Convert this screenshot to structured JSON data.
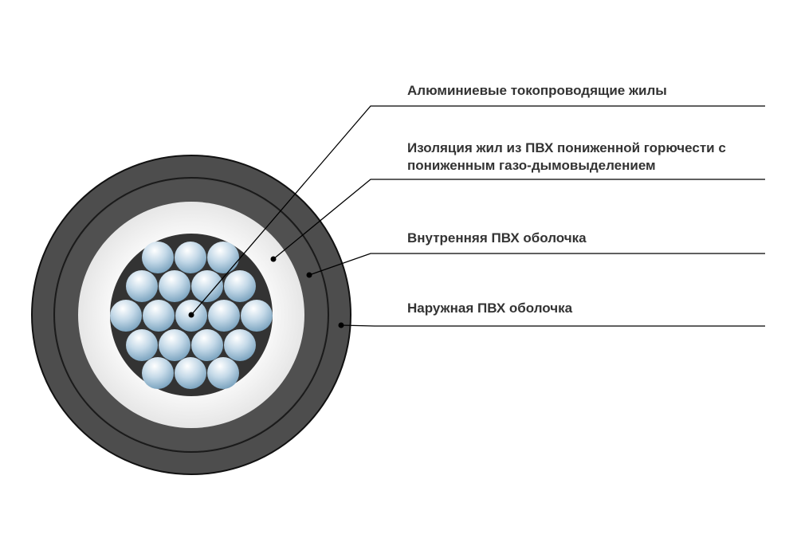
{
  "labels": {
    "conductors": "Алюминиевые токопроводящие жилы",
    "insulation_line1": "Изоляция жил из ПВХ пониженной горючести с",
    "insulation_line2": "пониженным газо-дымовыделением",
    "inner_sheath": "Внутренняя ПВХ оболочка",
    "outer_sheath": "Наружная ПВХ оболочка"
  },
  "colors": {
    "outer_sheath": "#4d4d4d",
    "inner_sheath": "#4d4d4d",
    "insulation": "#f3f3f3",
    "core_fill": "#333333",
    "wire_light": "#ffffff",
    "wire_dark": "#6e9ab8",
    "leader": "#000000"
  }
}
